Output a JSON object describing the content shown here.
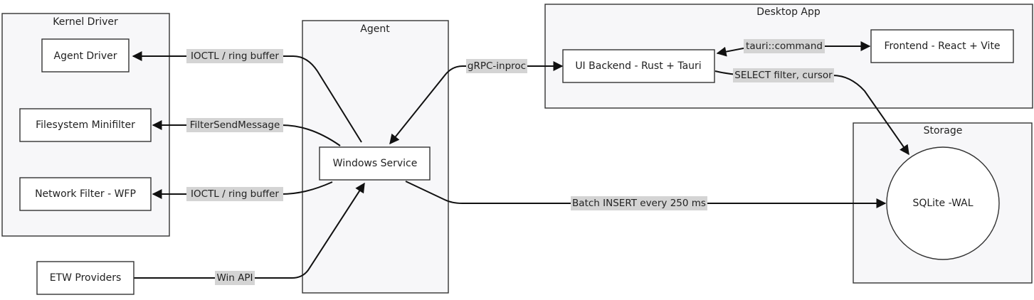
{
  "clusters": {
    "kernel": "Kernel Driver",
    "agent": "Agent",
    "desktop": "Desktop App",
    "storage": "Storage"
  },
  "nodes": {
    "agent_driver": "Agent Driver",
    "fs_minifilter": "Filesystem Minifilter",
    "net_filter": "Network Filter - WFP",
    "etw": "ETW Providers",
    "windows_service": "Windows Service",
    "ui_backend": "UI Backend - Rust + Tauri",
    "frontend": "Frontend - React + Vite",
    "sqlite": "SQLite -WAL"
  },
  "edges": {
    "ioctl_1": "IOCTL / ring buffer",
    "filter_send": "FilterSendMessage",
    "ioctl_2": "IOCTL / ring buffer",
    "win_api": "Win API",
    "grpc": "gRPC-inproc",
    "tauri_cmd": "tauri::command",
    "select": "SELECT filter, cursor",
    "batch_insert": "Batch INSERT every 250 ms"
  }
}
